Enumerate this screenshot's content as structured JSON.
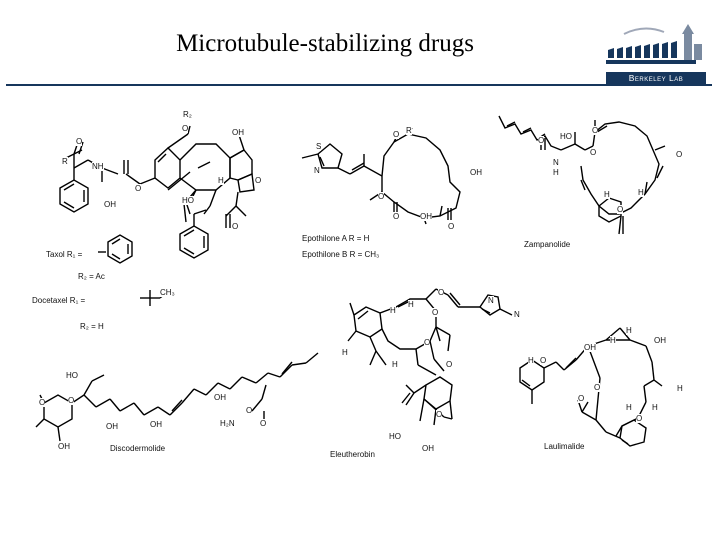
{
  "slide": {
    "title": "Microtubule-stabilizing drugs"
  },
  "logo": {
    "caption": "Berkeley Lab",
    "icon": "berkeley-lab-logo"
  },
  "taxol": {
    "r1_line": "Taxol  R₁ =",
    "r2_line": "R₂ = Ac",
    "docetaxel_r1": "Docetaxel  R₁  =",
    "docetaxel_r2": "R₂ = H",
    "atoms": {
      "r2": "R₂",
      "o1": "O",
      "oh1": "OH",
      "nh": "NH",
      "r": "R",
      "o2": "O",
      "oh2": "OH",
      "ho": "HO",
      "h": "H",
      "o3": "O",
      "o4": "O",
      "ch3": "CH₃",
      "o5": "O"
    }
  },
  "epothilone": {
    "line_a": "Epothilone A   R = H",
    "line_b": "Epothilone B   R = CH₃",
    "atoms": {
      "s": "S",
      "n": "N",
      "o1": "O",
      "r": "R",
      "oh1": "OH",
      "o2": "O",
      "o3": "O",
      "oh2": "OH",
      "o4": "O"
    }
  },
  "zampanolide": {
    "name": "Zampanolide",
    "atoms": {
      "o1": "O",
      "ho": "HO",
      "o2": "O",
      "n": "N",
      "h1": "H",
      "o3": "O",
      "o4": "O",
      "h2": "H",
      "h3": "H",
      "o5": "O"
    }
  },
  "discodermolide": {
    "name": "Discodermolide",
    "atoms": {
      "ho": "HO",
      "o1": "O",
      "o2": "O",
      "oh1": "OH",
      "oh2": "OH",
      "oh3": "OH",
      "oh4": "OH",
      "h2n": "H₂N",
      "o3": "O",
      "o4": "O"
    }
  },
  "eleutherobin": {
    "name": "Eleutherobin",
    "atoms": {
      "o1": "O",
      "n1": "N",
      "n2": "N",
      "h1": "H",
      "h2": "H",
      "o2": "O",
      "o3": "O",
      "h3": "H",
      "h4": "H",
      "o4": "O",
      "o5": "O",
      "ho": "HO",
      "oh": "OH"
    }
  },
  "laulimalide": {
    "name": "Laulimalide",
    "atoms": {
      "h1": "H",
      "oh1": "OH",
      "oh2": "OH",
      "h2": "H",
      "h3": "H",
      "o1": "O",
      "h4": "H",
      "o2": "O",
      "o3": "O",
      "h5": "H",
      "h6": "H",
      "o4": "O"
    }
  }
}
